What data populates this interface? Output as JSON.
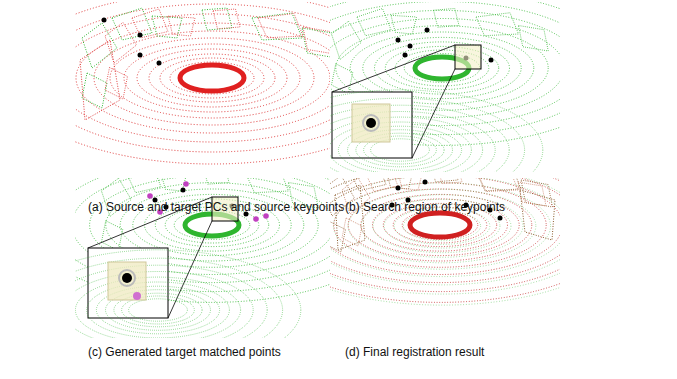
{
  "diagram": {
    "labels": [
      "(a) Source and target PCs and source keypoints",
      "(b) Search region of keypoints",
      "(c) Generated target matched points",
      "(d) Final registration result"
    ]
  }
}
